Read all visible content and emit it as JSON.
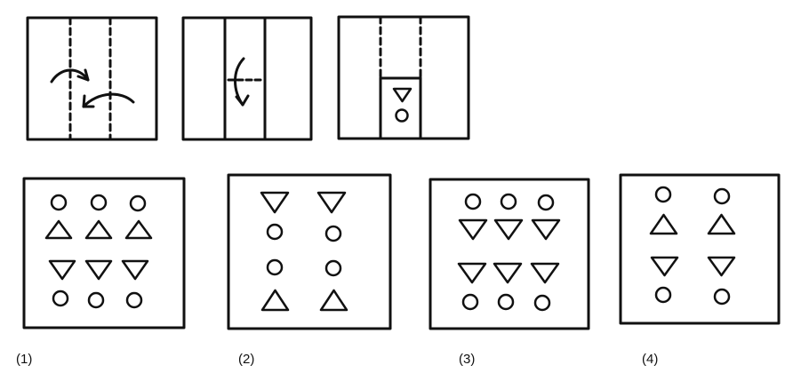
{
  "options": [
    {
      "label": "(1)"
    },
    {
      "label": "(2)"
    },
    {
      "label": "(3)"
    },
    {
      "label": "(4)"
    }
  ],
  "colors": {
    "stroke": "#111111",
    "background": "#ffffff"
  }
}
